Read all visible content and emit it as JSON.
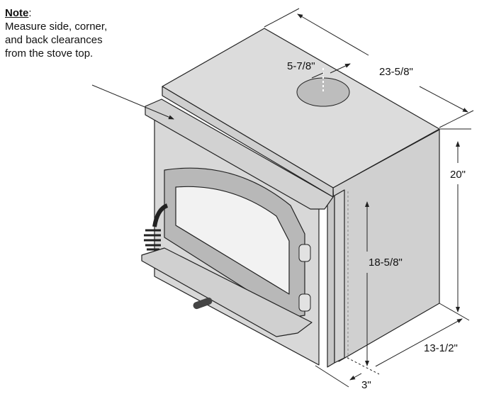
{
  "note": {
    "title": "Note",
    "lines": [
      "Measure side, corner,",
      "and back clearances",
      "from the stove top."
    ]
  },
  "dimensions": {
    "flue_offset": "5-7/8\"",
    "depth_top": "23-5/8\"",
    "height": "20\"",
    "side_height": "18-5/8\"",
    "side_depth": "13-1/2\"",
    "side_gap": "3\""
  },
  "colors": {
    "body": "#d6d6d6",
    "top": "#dcdcdc",
    "side": "#d0d0d0",
    "outline": "#222222"
  }
}
